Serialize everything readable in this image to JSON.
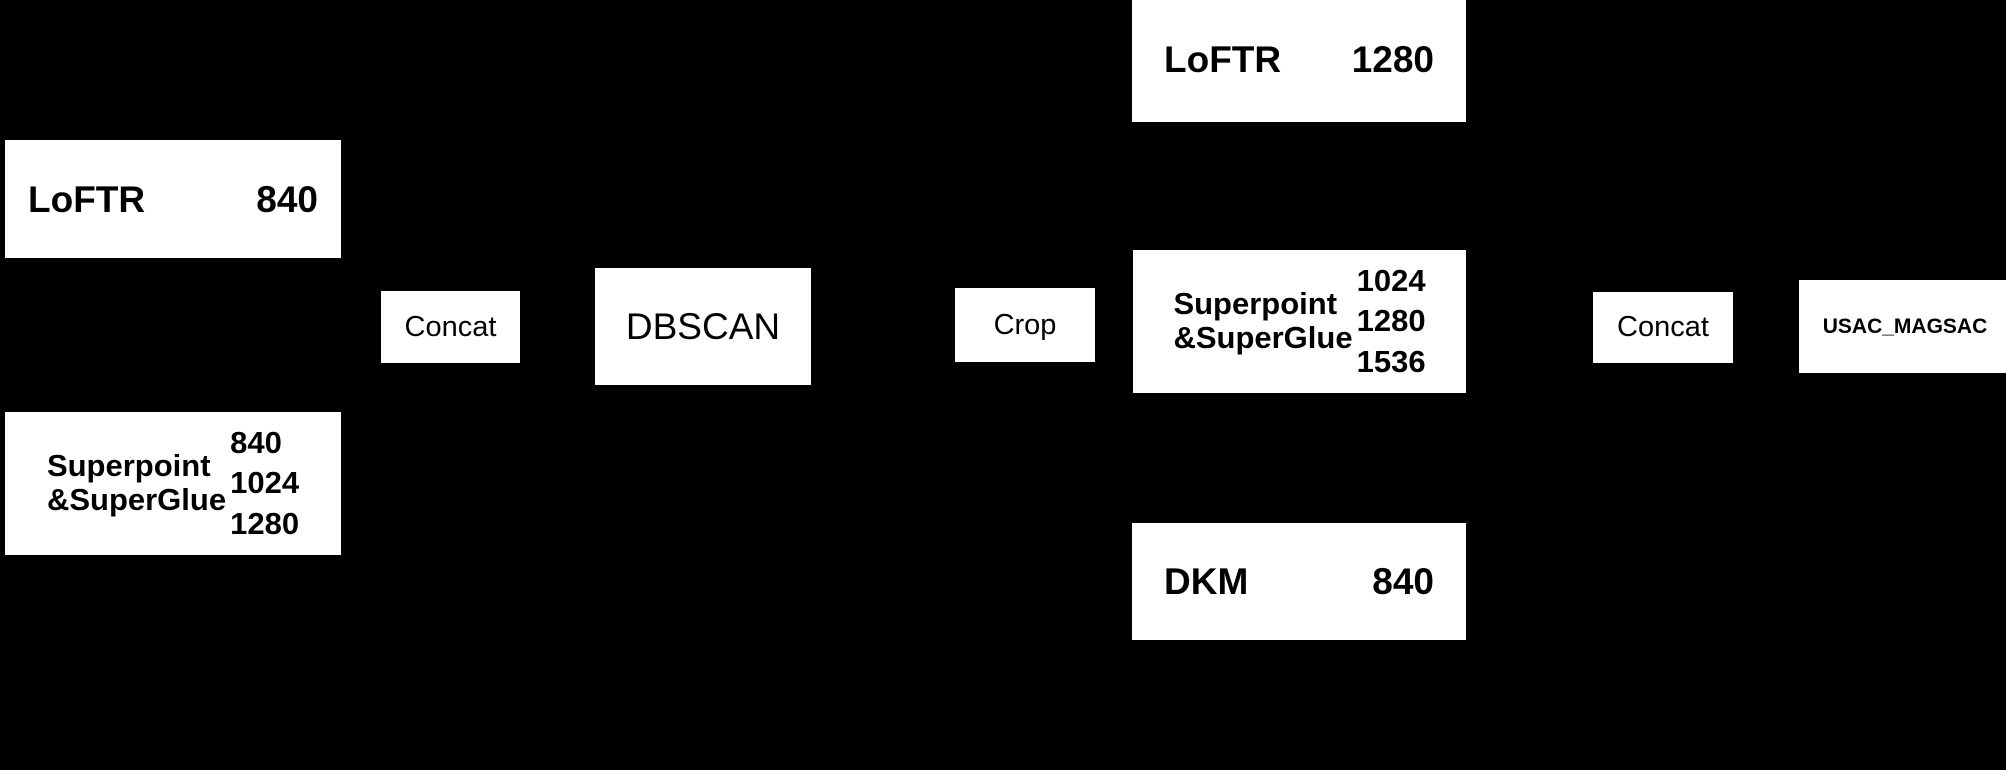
{
  "diagram": {
    "background_color": "#000000",
    "node_fill": "#ffffff",
    "node_text_color": "#000000",
    "nodes": {
      "loftr_840": {
        "label": "LoFTR",
        "value": "840"
      },
      "superpoint_superglue_left": {
        "label_line1": "Superpoint",
        "label_line2": "&SuperGlue",
        "values": [
          "840",
          "1024",
          "1280"
        ]
      },
      "concat_1": {
        "label": "Concat"
      },
      "dbscan": {
        "label": "DBSCAN"
      },
      "crop": {
        "label": "Crop"
      },
      "loftr_1280": {
        "label": "LoFTR",
        "value": "1280"
      },
      "superpoint_superglue_right": {
        "label_line1": "Superpoint",
        "label_line2": "&SuperGlue",
        "values": [
          "1024",
          "1280",
          "1536"
        ]
      },
      "dkm_840": {
        "label": "DKM",
        "value": "840"
      },
      "concat_2": {
        "label": "Concat"
      },
      "usac_magsac": {
        "label": "USAC_MAGSAC"
      }
    }
  }
}
